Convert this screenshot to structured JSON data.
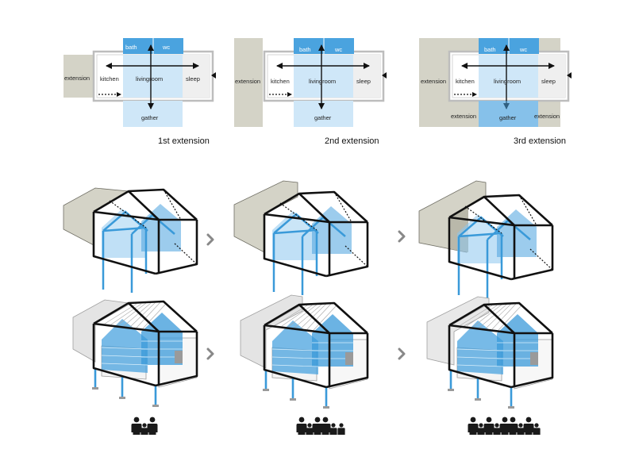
{
  "plans": [
    {
      "caption": "1st extension",
      "labels": {
        "extension": "extension",
        "kitchen": "kitchen",
        "livingroom": "livingroom",
        "sleep": "sleep",
        "bath": "bath",
        "wc": "wc",
        "gather": "gather"
      }
    },
    {
      "caption": "2nd extension",
      "labels": {
        "extension": "extension",
        "kitchen": "kitchen",
        "livingroom": "livingroom",
        "sleep": "sleep",
        "bath": "bath",
        "wc": "wc",
        "gather": "gather"
      }
    },
    {
      "caption": "3rd extension",
      "labels": {
        "extension": "extension",
        "kitchen": "kitchen",
        "livingroom": "livingroom",
        "sleep": "sleep",
        "bath": "bath",
        "wc": "wc",
        "gather": "gather",
        "extension_left": "extension",
        "extension_right": "extension"
      }
    }
  ],
  "family_sizes": [
    3,
    6,
    9
  ],
  "colors": {
    "blue": "#4aa3df",
    "blue_light": "#cfe7f8",
    "blue_mid": "#8cc7ee",
    "extension_gray": "#d4d3c7",
    "extension_dark": "#b9b8aa",
    "room_gray": "#efefef",
    "wall_gray": "#bdbdbd",
    "text": "#222222",
    "arrow": "#888888",
    "icon": "#1a1a1a"
  }
}
